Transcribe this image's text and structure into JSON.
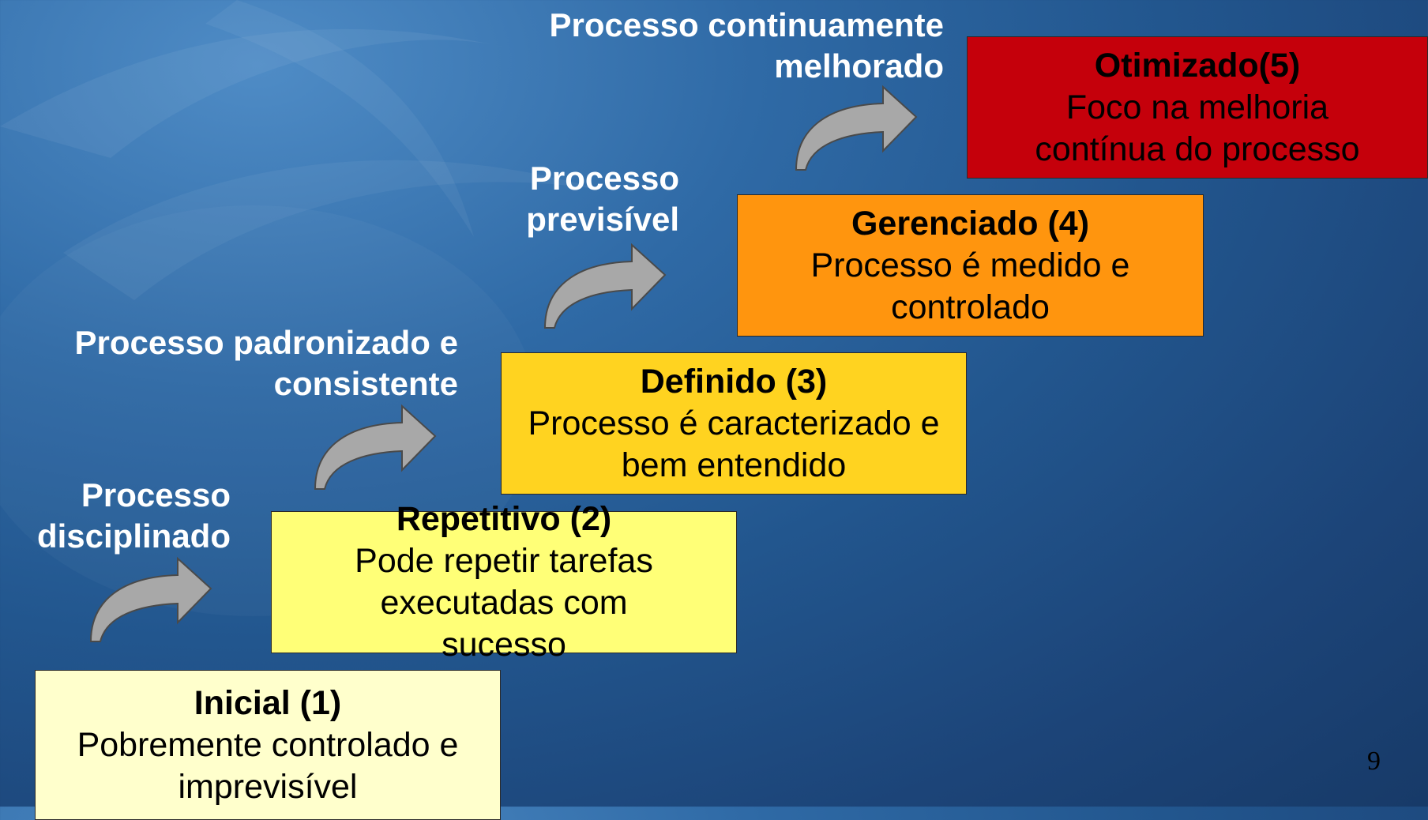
{
  "stages": [
    {
      "title": "Inicial (1)",
      "description": "Pobremente controlado e imprevisível",
      "color": "#ffffcc"
    },
    {
      "title": "Repetitivo (2)",
      "description": "Pode repetir tarefas executadas com sucesso",
      "color": "#ffff77"
    },
    {
      "title": "Definido (3)",
      "description": "Processo é caracterizado e bem entendido",
      "color": "#ffd320"
    },
    {
      "title": "Gerenciado (4)",
      "description": "Processo é medido e controlado",
      "color": "#ff950e"
    },
    {
      "title": "Otimizado(5)",
      "description": "Foco na melhoria contínua do processo",
      "color": "#c5000b"
    }
  ],
  "transitions": [
    {
      "label": "Processo disciplinado"
    },
    {
      "label": "Processo padronizado e consistente"
    },
    {
      "label": "Processo previsível"
    },
    {
      "label": "Processo continuamente melhorado"
    }
  ],
  "page_number": "9"
}
